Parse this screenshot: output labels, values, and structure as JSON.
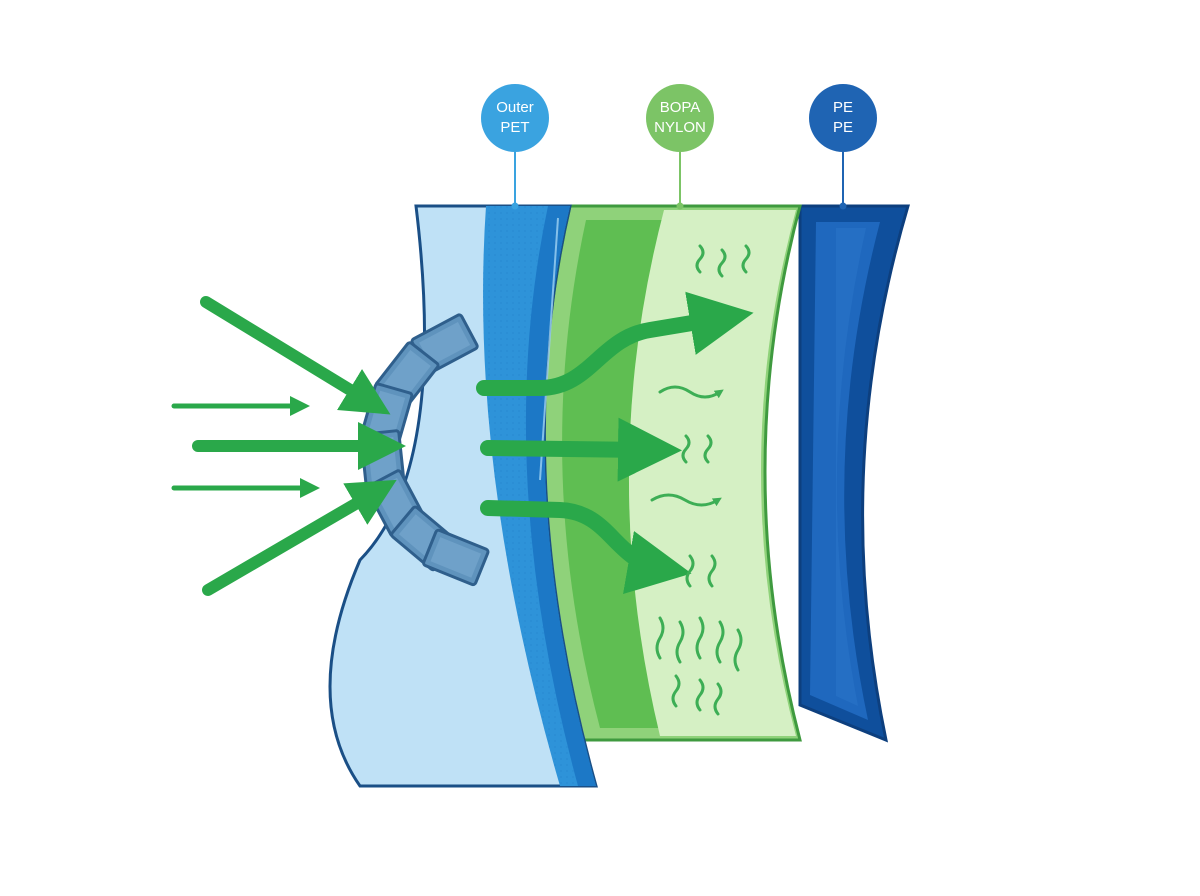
{
  "labels": [
    {
      "line1": "Outer",
      "line2": "PET",
      "color": "#3aa3e0",
      "name": "outer-pet"
    },
    {
      "line1": "BOPA",
      "line2": "NYLON",
      "color": "#7cc466",
      "name": "bopa-nylon"
    },
    {
      "line1": "PE",
      "line2": "PE",
      "color": "#1f64b3",
      "name": "pe-pe"
    }
  ],
  "colors": {
    "light_blue_fill": "#bfe1f6",
    "pet_blue": "#2e93d9",
    "pet_blue_dark": "#1c78c6",
    "nylon_green": "#8fd27a",
    "nylon_green_dark": "#55b84a",
    "nylon_light": "#d5f0c4",
    "pe_blue": "#1f68be",
    "pe_blue_dark": "#0f4f9c",
    "arrow_green": "#2aa84a",
    "tile_fill": "#5f93bd",
    "tile_stroke": "#2f5f8c",
    "outline": "#1a4f86"
  },
  "icons": {
    "incoming": "arrow-icon",
    "wave": "wave-icon",
    "tile": "shield-tile-icon"
  }
}
